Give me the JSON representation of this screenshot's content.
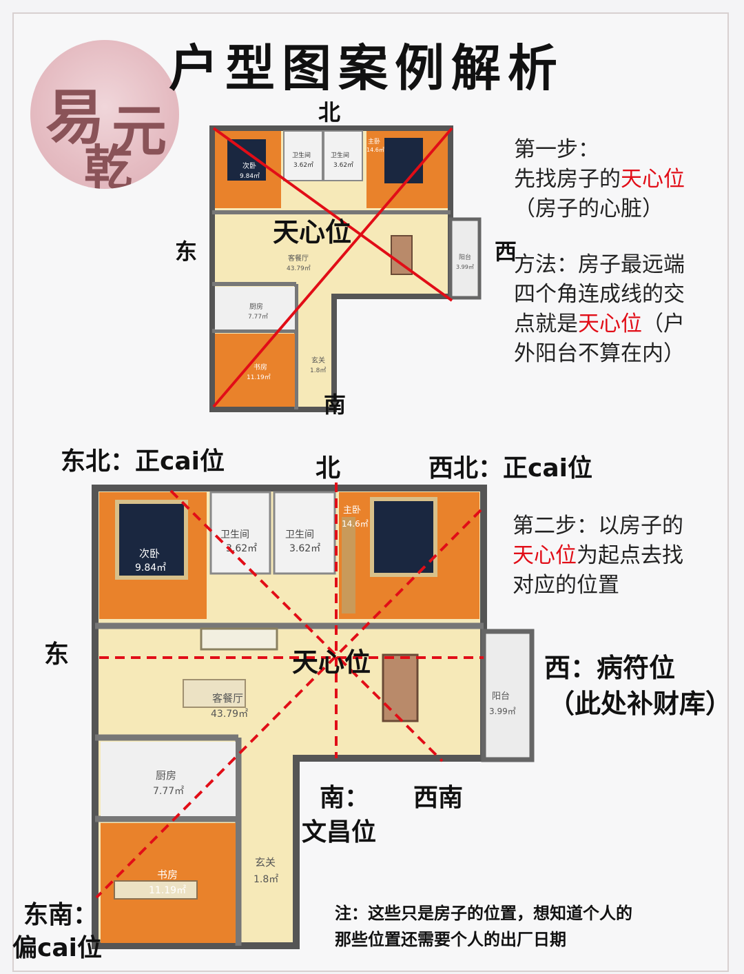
{
  "title": "户型图案例解析",
  "seal": {
    "chars": [
      "易",
      "元",
      "乾"
    ],
    "color": "#e5bcc2"
  },
  "colors": {
    "accent_red": "#e10d17",
    "wall": "#555555",
    "floor": "#f6e9b8",
    "wood": "#e9822b"
  },
  "plan_top": {
    "directions": {
      "north": "北",
      "south": "南",
      "east": "东",
      "west": "西"
    },
    "center_label": "天心位",
    "rooms": {
      "bedroom_left": {
        "name": "次卧",
        "area": "9.84㎡"
      },
      "bath1": {
        "name": "卫生间",
        "area": "3.62㎡"
      },
      "bath2": {
        "name": "卫生间",
        "area": "3.62㎡"
      },
      "bedroom_main": {
        "name": "主卧",
        "area": "14.6㎡"
      },
      "living": {
        "name": "客餐厅",
        "area": "43.79㎡"
      },
      "balcony": {
        "name": "阳台",
        "area": "3.99㎡"
      },
      "kitchen": {
        "name": "厨房",
        "area": "7.77㎡"
      },
      "study": {
        "name": "书房",
        "area": "11.19㎡"
      },
      "entry": {
        "name": "玄关",
        "area": "1.8㎡"
      }
    }
  },
  "step1": {
    "heading": "第一步：",
    "line1_pre": "先找房子的",
    "line1_red": "天心位",
    "line2": "（房子的心脏）",
    "method_line1": "方法：房子最远端",
    "method_line2": "四个角连成线的交",
    "method_line3_pre": "点就是",
    "method_line3_red": "天心位",
    "method_line3_post": "（户",
    "method_line4": "外阳台不算在内）"
  },
  "plan_bottom": {
    "northeast": "东北：正cai位",
    "north": "北",
    "northwest": "西北：正cai位",
    "east": "东",
    "west": "西：病符位",
    "west_note": "（此处补财库）",
    "south": "南：",
    "south_note": "文昌位",
    "southwest": "西南",
    "southeast": "东南：",
    "southeast_note": "偏cai位",
    "center_label": "天心位",
    "rooms": {
      "bedroom_left": {
        "name": "次卧",
        "area": "9.84㎡"
      },
      "bath1": {
        "name": "卫生间",
        "area": "3.62㎡"
      },
      "bath2": {
        "name": "卫生间",
        "area": "3.62㎡"
      },
      "bedroom_main": {
        "name": "主卧",
        "area": "14.6㎡"
      },
      "living": {
        "name": "客餐厅",
        "area": "43.79㎡"
      },
      "balcony": {
        "name": "阳台",
        "area": "3.99㎡"
      },
      "kitchen": {
        "name": "厨房",
        "area": "7.77㎡"
      },
      "study": {
        "name": "书房",
        "area": "11.19㎡"
      },
      "entry": {
        "name": "玄关",
        "area": "1.8㎡"
      }
    }
  },
  "step2": {
    "line1": "第二步：以房子的",
    "line2_red": "天心位",
    "line2_post": "为起点去找",
    "line3": "对应的位置"
  },
  "footnote": {
    "line1": "注：这些只是房子的位置，想知道个人的",
    "line2": "那些位置还需要个人的出厂日期"
  }
}
